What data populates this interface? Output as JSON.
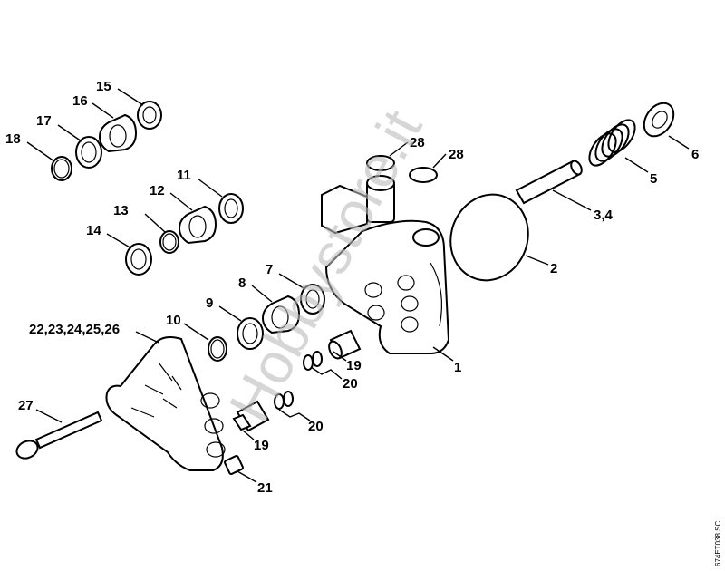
{
  "diagram": {
    "labels": {
      "l1": "1",
      "l2": "2",
      "l34": "3,4",
      "l5": "5",
      "l6": "6",
      "l7": "7",
      "l8": "8",
      "l9": "9",
      "l10": "10",
      "l11": "11",
      "l12": "12",
      "l13": "13",
      "l14": "14",
      "l15": "15",
      "l16": "16",
      "l17": "17",
      "l18": "18",
      "l19a": "19",
      "l19b": "19",
      "l20a": "20",
      "l20b": "20",
      "l21": "21",
      "l22": "22,23,24,25,26",
      "l27": "27",
      "l28a": "28",
      "l28b": "28"
    },
    "drawing_code": "674ET038 SC",
    "watermark": "Hobbystore.it"
  }
}
